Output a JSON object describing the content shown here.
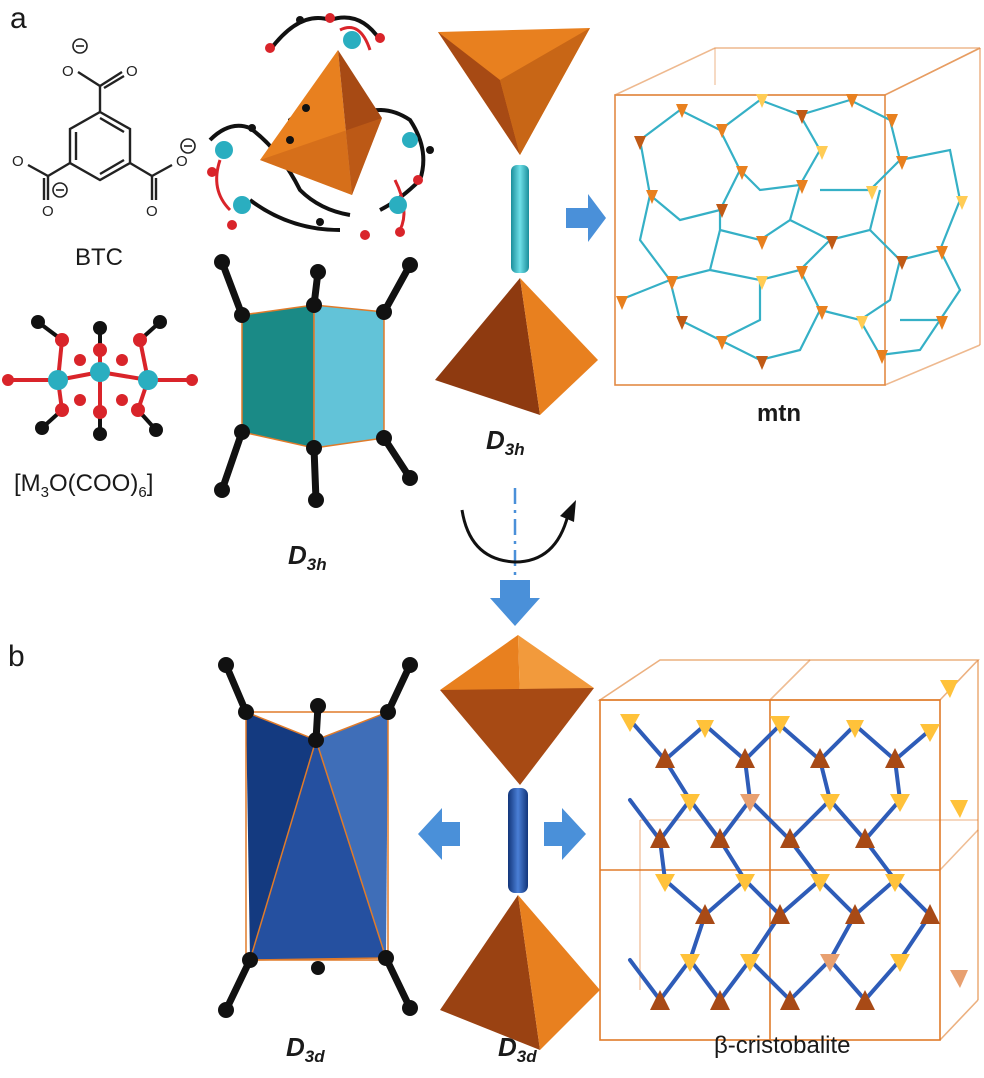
{
  "panels": {
    "a": "a",
    "b": "b"
  },
  "labels": {
    "btc": "BTC",
    "cluster_pre": "[M",
    "cluster_sub1": "3",
    "cluster_mid": "O(COO)",
    "cluster_sub2": "6",
    "cluster_post": "]",
    "mtn": "mtn",
    "cristobalite": "β-cristobalite",
    "sym_d": "D",
    "sym_3h": "3h",
    "sym_3d": "3d"
  },
  "colors": {
    "orange": "#e8801f",
    "orange_dark": "#9a4212",
    "teal": "#2aaec0",
    "teal_dark": "#1a8a86",
    "blue": "#2356a8",
    "arrow": "#4a90d9",
    "oxygen": "#d9242a",
    "carbon": "#111111"
  },
  "icons": [
    "benzene-tricarboxylate-icon",
    "tetrahedron-icon",
    "trigonal-prism-icon",
    "trigonal-antiprism-icon",
    "bipyramid-linker-icon",
    "rotation-arrow-icon",
    "net-cube-icon"
  ]
}
